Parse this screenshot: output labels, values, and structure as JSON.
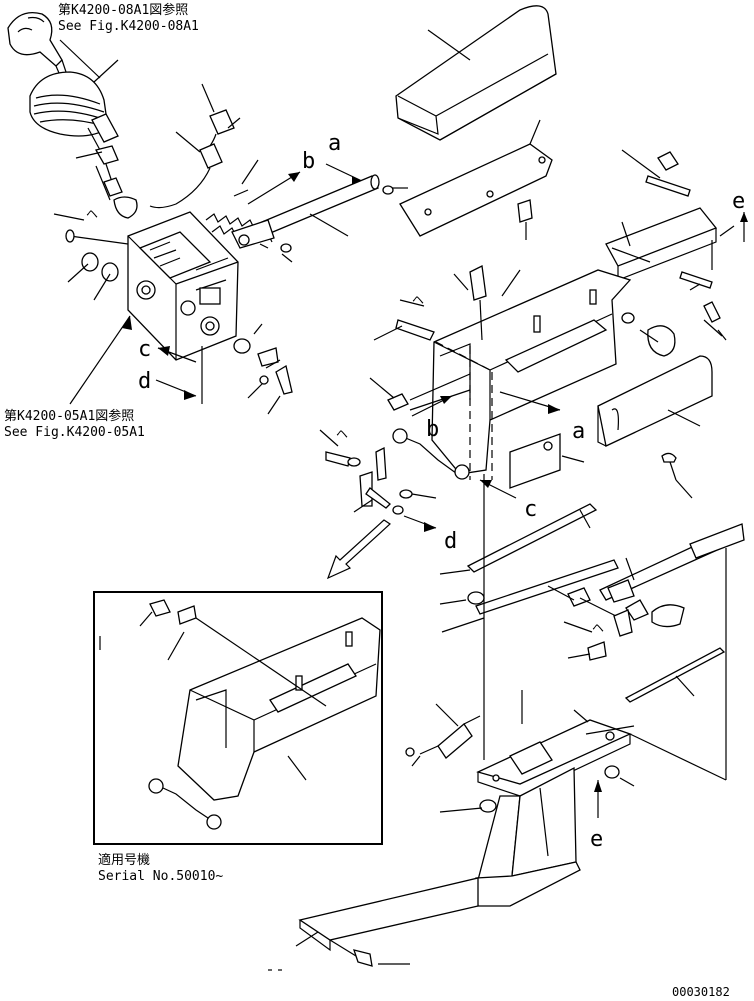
{
  "references": {
    "top_jp": "第K4200-08A1図参照",
    "top_en": "See Fig.K4200-08A1",
    "mid_jp": "第K4200-05A1図参照",
    "mid_en": "See Fig.K4200-05A1"
  },
  "labels": {
    "a": "a",
    "b": "b",
    "c": "c",
    "d": "d",
    "e": "e"
  },
  "inset": {
    "serial_jp": "適用号機",
    "serial_en": "Serial No.50010~"
  },
  "drawing_number": "00030182"
}
